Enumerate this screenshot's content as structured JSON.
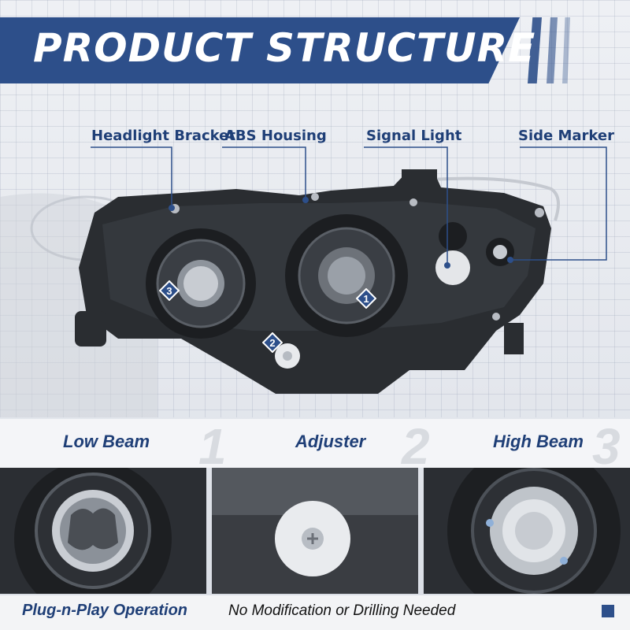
{
  "banner": {
    "title": "PRODUCT STRUCTURE"
  },
  "callouts": [
    {
      "label": "Headlight Bracket"
    },
    {
      "label": "ABS Housing"
    },
    {
      "label": "Signal Light"
    },
    {
      "label": "Side Marker"
    }
  ],
  "markers": [
    "1",
    "2",
    "3"
  ],
  "details": [
    {
      "label": "Low Beam",
      "number": "1"
    },
    {
      "label": "Adjuster",
      "number": "2"
    },
    {
      "label": "High Beam",
      "number": "3"
    }
  ],
  "footer": {
    "bold": "Plug-n-Play Operation",
    "text": "No Modification or Drilling Needed"
  },
  "colors": {
    "accent": "#2d4f8a",
    "label": "#1f3f77",
    "housing": "#2a2d31"
  },
  "icons": [
    "headlight-assembly-image",
    "number-badge-icon",
    "callout-dot-icon",
    "square-bullet-icon"
  ]
}
